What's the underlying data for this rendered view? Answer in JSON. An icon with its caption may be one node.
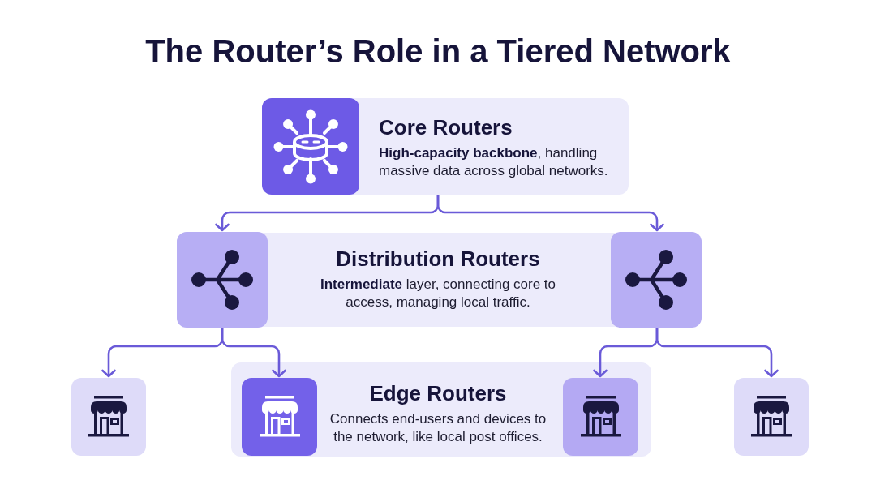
{
  "diagram": {
    "title": "The Router’s Role in a Tiered Network",
    "nodes": [
      {
        "text": [
          "Core Routers",
          "**High-capacity backbone**, handling massive data across global networks."
        ]
      },
      {
        "text": [],
        "shape": "box",
        "in": 0
      },
      {
        "text": [
          "Distribution Routers",
          "**Intermediate** layer, connecting core to access, managing local traffic."
        ]
      },
      {
        "text": [],
        "shape": "box",
        "in": 2
      },
      {
        "text": [],
        "shape": "box",
        "in": 2
      },
      {
        "text": [],
        "shape": "box"
      },
      {
        "text": [
          "Edge Routers",
          "Connects end-users and devices to the network, like local post offices."
        ]
      },
      {
        "text": [],
        "shape": "box",
        "in": 6
      },
      {
        "text": [],
        "shape": "box",
        "in": 6
      },
      {
        "text": [],
        "shape": "box"
      }
    ],
    "edges": [
      {
        "from": 0,
        "to": 3,
        "arrow": "to"
      },
      {
        "from": 0,
        "to": 4,
        "arrow": "to"
      },
      {
        "from": 3,
        "to": 5,
        "arrow": "to"
      },
      {
        "from": 3,
        "to": 7,
        "arrow": "to"
      },
      {
        "from": 4,
        "to": 8,
        "arrow": "to"
      },
      {
        "from": 4,
        "to": 9,
        "arrow": "to"
      }
    ]
  }
}
